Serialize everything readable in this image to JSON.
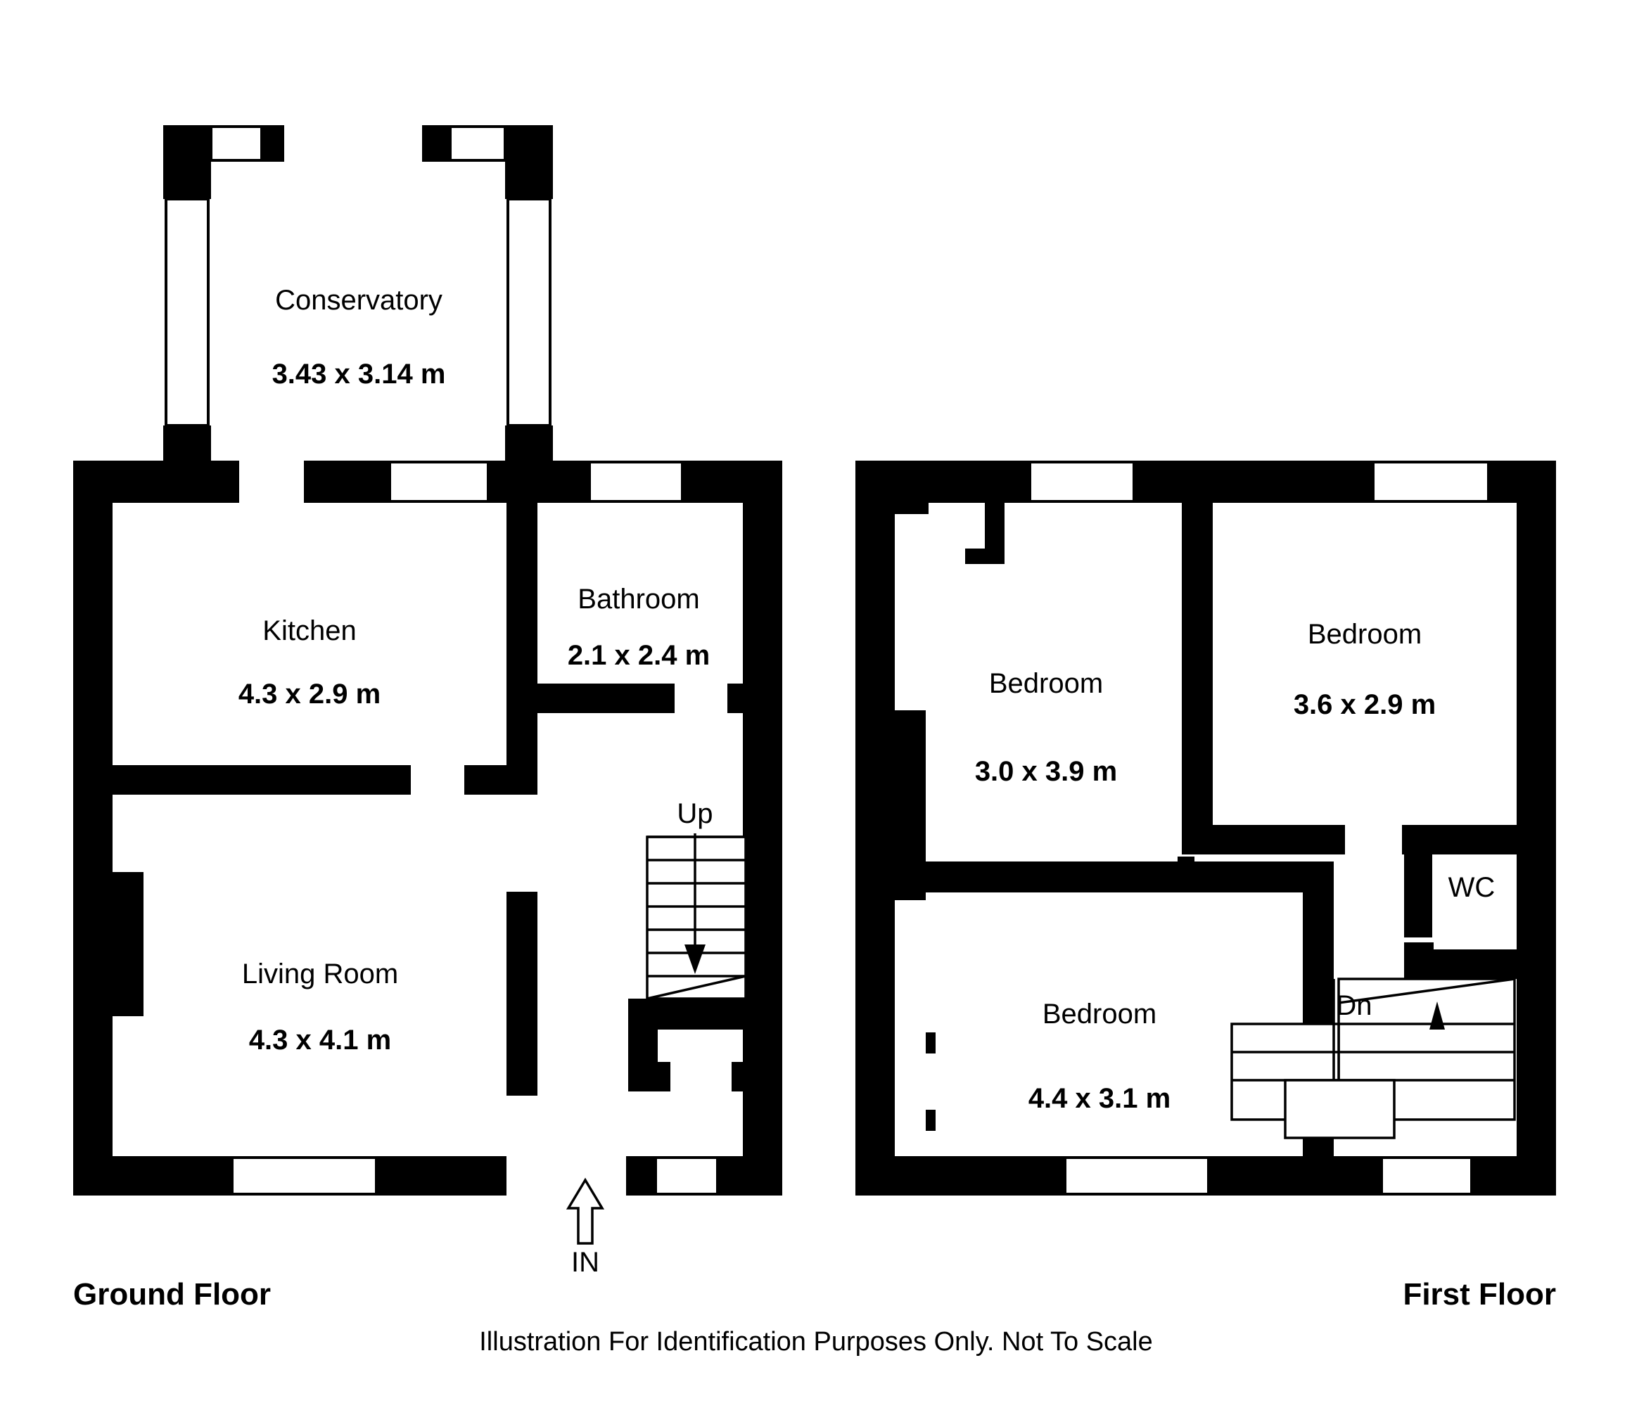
{
  "document": {
    "caption": "Illustration For Identification Purposes Only. Not To Scale"
  },
  "floors": [
    {
      "id": "ground",
      "label": "Ground Floor",
      "rooms": [
        {
          "id": "conservatory",
          "name": "Conservatory",
          "dimensions": "3.43 x 3.14 m"
        },
        {
          "id": "kitchen",
          "name": "Kitchen",
          "dimensions": "4.3 x 2.9 m"
        },
        {
          "id": "bathroom",
          "name": "Bathroom",
          "dimensions": "2.1 x 2.4 m"
        },
        {
          "id": "living-room",
          "name": "Living Room",
          "dimensions": "4.3 x 4.1 m"
        }
      ],
      "markers": [
        {
          "id": "stairs-up",
          "label": "Up"
        },
        {
          "id": "entrance",
          "label": "IN"
        }
      ]
    },
    {
      "id": "first",
      "label": "First Floor",
      "rooms": [
        {
          "id": "bedroom-1",
          "name": "Bedroom",
          "dimensions": "3.0 x 3.9 m"
        },
        {
          "id": "bedroom-2",
          "name": "Bedroom",
          "dimensions": "3.6 x 2.9 m"
        },
        {
          "id": "bedroom-3",
          "name": "Bedroom",
          "dimensions": "4.4 x 3.1 m"
        },
        {
          "id": "wc",
          "name": "WC",
          "dimensions": ""
        }
      ],
      "markers": [
        {
          "id": "stairs-down",
          "label": "Dn"
        }
      ]
    }
  ],
  "colors": {
    "wall": "#000000",
    "background": "#ffffff",
    "text": "#000000"
  }
}
